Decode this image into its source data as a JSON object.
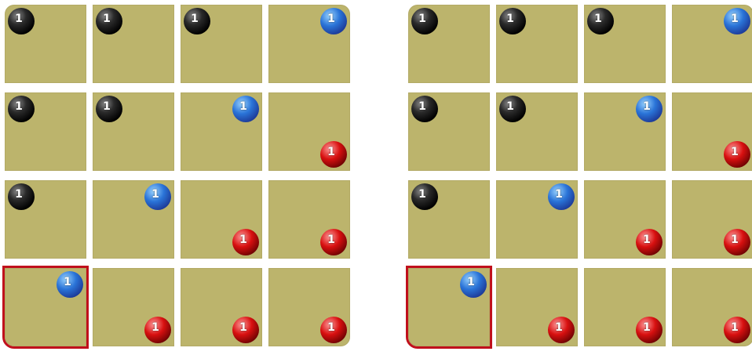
{
  "boards": [
    {
      "id": "left",
      "selected_cell": [
        3,
        0
      ],
      "rows": [
        [
          {
            "ball": "black",
            "pos": "tl",
            "label": "1"
          },
          {
            "ball": "black",
            "pos": "tl",
            "label": "1"
          },
          {
            "ball": "black",
            "pos": "tl",
            "label": "1"
          },
          {
            "ball": "blue",
            "pos": "tr",
            "label": "1"
          }
        ],
        [
          {
            "ball": "black",
            "pos": "tl",
            "label": "1"
          },
          {
            "ball": "black",
            "pos": "tl",
            "label": "1"
          },
          {
            "ball": "blue",
            "pos": "tr",
            "label": "1"
          },
          {
            "ball": "red",
            "pos": "br",
            "label": "1"
          }
        ],
        [
          {
            "ball": "black",
            "pos": "tl",
            "label": "1"
          },
          {
            "ball": "blue",
            "pos": "tr",
            "label": "1"
          },
          {
            "ball": "red",
            "pos": "br",
            "label": "1"
          },
          {
            "ball": "red",
            "pos": "br",
            "label": "1"
          }
        ],
        [
          {
            "ball": "blue",
            "pos": "tr",
            "label": "1"
          },
          {
            "ball": "red",
            "pos": "br",
            "label": "1"
          },
          {
            "ball": "red",
            "pos": "br",
            "label": "1"
          },
          {
            "ball": "red",
            "pos": "br",
            "label": "1"
          }
        ]
      ]
    },
    {
      "id": "right",
      "selected_cell": [
        3,
        0
      ],
      "rows": [
        [
          {
            "ball": "black",
            "pos": "tl",
            "label": "1"
          },
          {
            "ball": "black",
            "pos": "tl",
            "label": "1"
          },
          {
            "ball": "black",
            "pos": "tl",
            "label": "1"
          },
          {
            "ball": "blue",
            "pos": "tr",
            "label": "1"
          }
        ],
        [
          {
            "ball": "black",
            "pos": "tl",
            "label": "1"
          },
          {
            "ball": "black",
            "pos": "tl",
            "label": "1"
          },
          {
            "ball": "blue",
            "pos": "tr",
            "label": "1"
          },
          {
            "ball": "red",
            "pos": "br",
            "label": "1"
          }
        ],
        [
          {
            "ball": "black",
            "pos": "tl",
            "label": "1"
          },
          {
            "ball": "blue",
            "pos": "tr",
            "label": "1"
          },
          {
            "ball": "red",
            "pos": "br",
            "label": "1"
          },
          {
            "ball": "red",
            "pos": "br",
            "label": "1"
          }
        ],
        [
          {
            "ball": "blue",
            "pos": "tr",
            "label": "1"
          },
          {
            "ball": "red",
            "pos": "br",
            "label": "1"
          },
          {
            "ball": "red",
            "pos": "br",
            "label": "1"
          },
          {
            "ball": "red",
            "pos": "br",
            "label": "1"
          }
        ]
      ]
    }
  ],
  "colors": {
    "cell": "#bcb46c",
    "selection": "#c0101c",
    "black_ball": "#000000",
    "blue_ball": "#2a74d8",
    "red_ball": "#d81010"
  }
}
